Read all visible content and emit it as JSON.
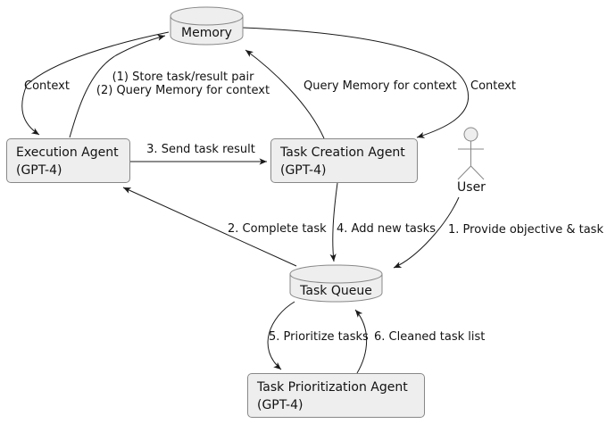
{
  "diagram": {
    "type": "agent-architecture-flow",
    "background": "#ffffff",
    "colors": {
      "node_fill": "#eeeeee",
      "node_border": "#888888",
      "edge_color": "#1a1a1a",
      "text_color": "#121212"
    },
    "nodes": {
      "memory": {
        "shape": "database-cylinder",
        "label": "Memory"
      },
      "execution_agent": {
        "shape": "rectangle",
        "line1": "Execution Agent",
        "line2": "(GPT-4)"
      },
      "task_creation_agent": {
        "shape": "rectangle",
        "line1": "Task Creation Agent",
        "line2": "(GPT-4)"
      },
      "user": {
        "shape": "actor",
        "label": "User"
      },
      "task_queue": {
        "shape": "database-cylinder",
        "label": "Task Queue"
      },
      "task_prioritization_agent": {
        "shape": "rectangle",
        "line1": "Task Prioritization Agent",
        "line2": "(GPT-4)"
      }
    },
    "edges": {
      "memory_to_execution": {
        "from": "memory",
        "to": "execution_agent",
        "label": "Context"
      },
      "execution_to_memory": {
        "from": "execution_agent",
        "to": "memory",
        "label_line1": "(1) Store task/result pair",
        "label_line2": "(2) Query Memory for context"
      },
      "creation_to_memory": {
        "from": "task_creation_agent",
        "to": "memory",
        "label": "Query Memory for context"
      },
      "memory_to_creation": {
        "from": "memory",
        "to": "task_creation_agent",
        "label": "Context"
      },
      "execution_to_creation": {
        "from": "execution_agent",
        "to": "task_creation_agent",
        "label": "3. Send task result"
      },
      "queue_to_execution": {
        "from": "task_queue",
        "to": "execution_agent",
        "label": "2. Complete task"
      },
      "creation_to_queue": {
        "from": "task_creation_agent",
        "to": "task_queue",
        "label": "4. Add new tasks"
      },
      "user_to_queue": {
        "from": "user",
        "to": "task_queue",
        "label": "1. Provide objective & task"
      },
      "queue_to_prioritization": {
        "from": "task_queue",
        "to": "task_prioritization_agent",
        "label": "5. Prioritize tasks"
      },
      "prioritization_to_queue": {
        "from": "task_prioritization_agent",
        "to": "task_queue",
        "label": "6. Cleaned task list"
      }
    }
  }
}
